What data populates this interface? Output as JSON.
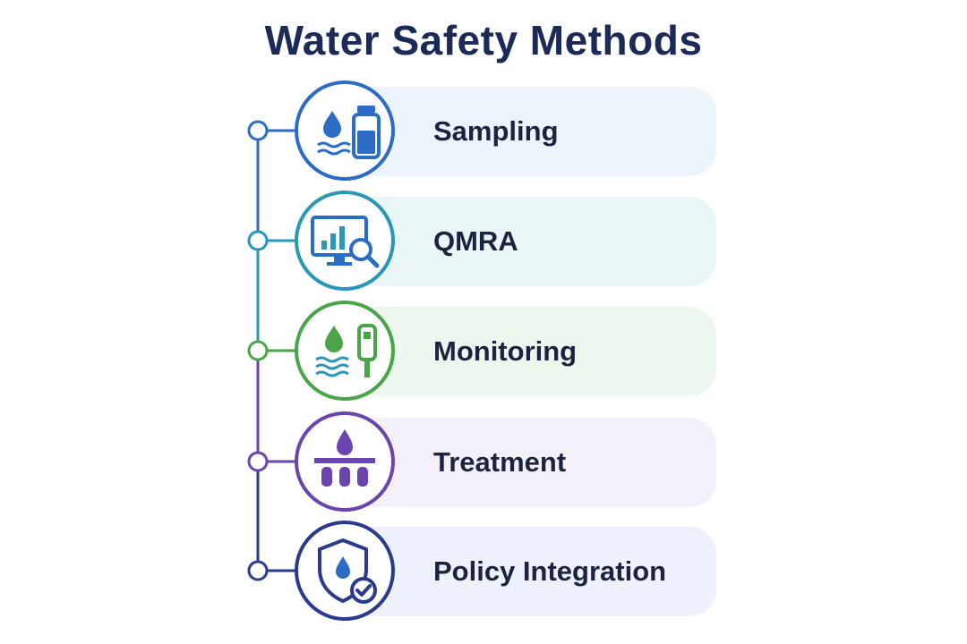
{
  "title": "Water Safety Methods",
  "steps": [
    {
      "label": "Sampling",
      "icon": "water-sample-icon",
      "color": "#2b6cc4",
      "bg": "#edf3fb"
    },
    {
      "label": "QMRA",
      "icon": "risk-analysis-icon",
      "color": "#2a97b8",
      "bg": "#eaf5f8"
    },
    {
      "label": "Monitoring",
      "icon": "water-monitoring-icon",
      "color": "#4aa548",
      "bg": "#eef7ee"
    },
    {
      "label": "Treatment",
      "icon": "water-filtration-icon",
      "color": "#6a45ad",
      "bg": "#f3f0fa"
    },
    {
      "label": "Policy Integration",
      "icon": "shield-check-icon",
      "color": "#2a3a8c",
      "bg": "#edf1fb"
    }
  ]
}
